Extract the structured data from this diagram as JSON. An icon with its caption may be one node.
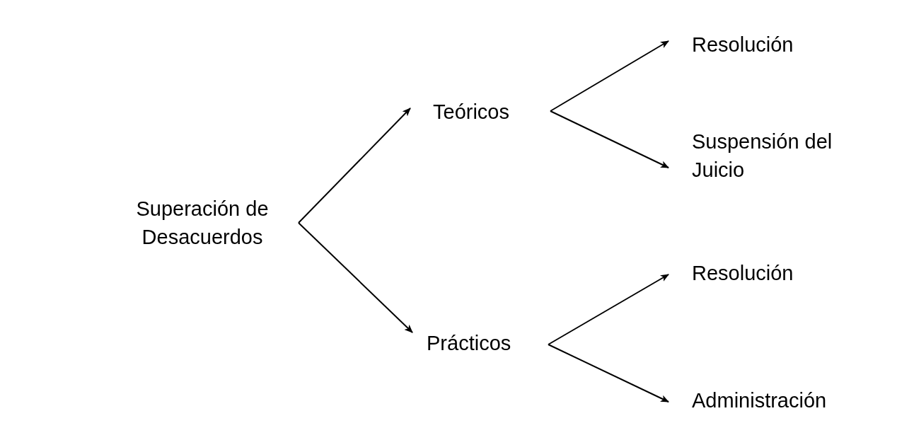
{
  "diagram": {
    "nodes": [
      {
        "text": [
          "Superación de Desacuerdos"
        ]
      },
      {
        "text": [
          "Teóricos"
        ]
      },
      {
        "text": [
          "Prácticos"
        ]
      },
      {
        "text": [
          "Resolución"
        ]
      },
      {
        "text": [
          "Suspensión del Juicio"
        ]
      },
      {
        "text": [
          "Resolución"
        ]
      },
      {
        "text": [
          "Administración"
        ]
      }
    ],
    "edges": [
      {
        "from": 0,
        "to": 1,
        "arrow": "to"
      },
      {
        "from": 0,
        "to": 2,
        "arrow": "to"
      },
      {
        "from": 1,
        "to": 3,
        "arrow": "to"
      },
      {
        "from": 1,
        "to": 4,
        "arrow": "to"
      },
      {
        "from": 2,
        "to": 5,
        "arrow": "to"
      },
      {
        "from": 2,
        "to": 6,
        "arrow": "to"
      }
    ]
  }
}
